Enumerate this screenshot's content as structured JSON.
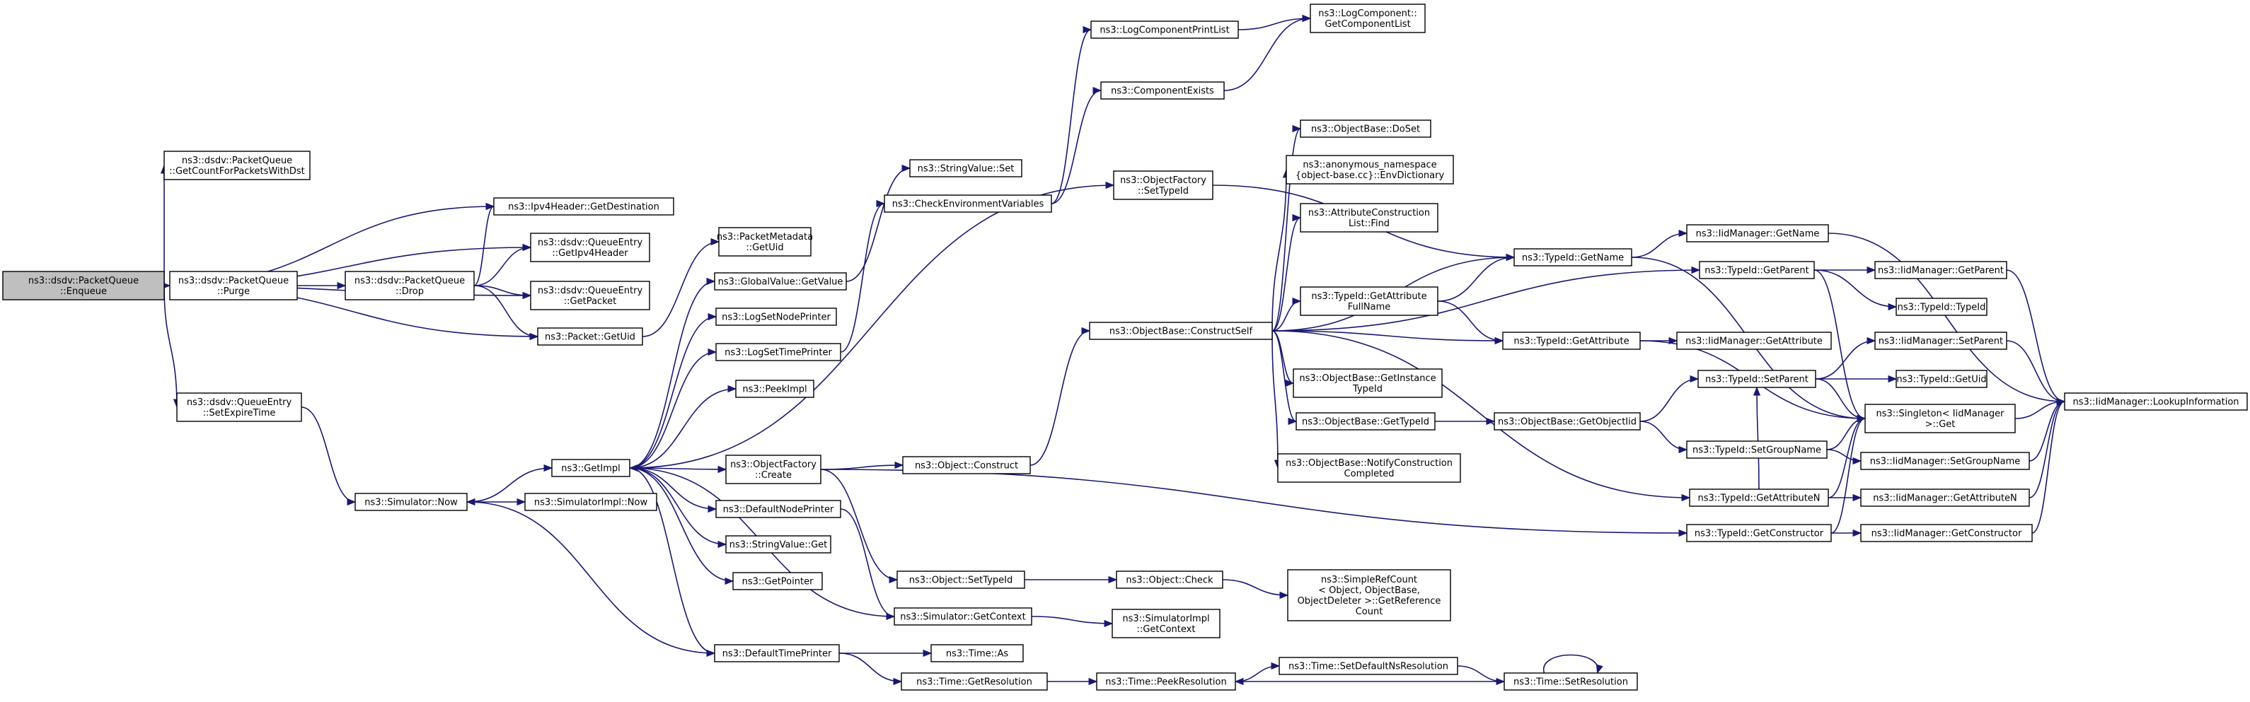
{
  "diagram": {
    "type": "call-graph",
    "edge_color": "#191970",
    "root_fill": "#bfbfbf",
    "nodes": {
      "enqueue": [
        "ns3::dsdv::PacketQueue",
        "::Enqueue"
      ],
      "getcount": [
        "ns3::dsdv::PacketQueue",
        "::GetCountForPacketsWithDst"
      ],
      "ipv4dest": [
        "ns3::Ipv4Header::GetDestination"
      ],
      "getipv4": [
        "ns3::dsdv::QueueEntry",
        "::GetIpv4Header"
      ],
      "purge": [
        "ns3::dsdv::PacketQueue",
        "::Purge"
      ],
      "drop": [
        "ns3::dsdv::PacketQueue",
        "::Drop"
      ],
      "getpacket": [
        "ns3::dsdv::QueueEntry",
        "::GetPacket"
      ],
      "getuid_pkt": [
        "ns3::Packet::GetUid"
      ],
      "setexpire": [
        "ns3::dsdv::QueueEntry",
        "::SetExpireTime"
      ],
      "simnow": [
        "ns3::Simulator::Now"
      ],
      "simimplnow": [
        "ns3::SimulatorImpl::Now"
      ],
      "getimpl": [
        "ns3::GetImpl"
      ],
      "pktmeta": [
        "ns3::PacketMetadata",
        "::GetUid"
      ],
      "gvgetvalue": [
        "ns3::GlobalValue::GetValue"
      ],
      "lognode": [
        "ns3::LogSetNodePrinter"
      ],
      "logtime": [
        "ns3::LogSetTimePrinter"
      ],
      "peekimpl": [
        "ns3::PeekImpl"
      ],
      "ofcreate": [
        "ns3::ObjectFactory",
        "::Create"
      ],
      "defnodep": [
        "ns3::DefaultNodePrinter"
      ],
      "svget": [
        "ns3::StringValue::Get"
      ],
      "getpointer": [
        "ns3::GetPointer"
      ],
      "deftimep": [
        "ns3::DefaultTimePrinter"
      ],
      "svset": [
        "ns3::StringValue::Set"
      ],
      "checkenv": [
        "ns3::CheckEnvironmentVariables"
      ],
      "lcpl": [
        "ns3::LogComponentPrintList"
      ],
      "compexists": [
        "ns3::ComponentExists"
      ],
      "getcomplist": [
        "ns3::LogComponent::",
        "GetComponentList"
      ],
      "ofsettid": [
        "ns3::ObjectFactory",
        "::SetTypeId"
      ],
      "objconstruct": [
        "ns3::Object::Construct"
      ],
      "objsettid": [
        "ns3::Object::SetTypeId"
      ],
      "simgetctx": [
        "ns3::Simulator::GetContext"
      ],
      "simimplctx": [
        "ns3::SimulatorImpl",
        "::GetContext"
      ],
      "timeas": [
        "ns3::Time::As"
      ],
      "timegetres": [
        "ns3::Time::GetResolution"
      ],
      "timepeekres": [
        "ns3::Time::PeekResolution"
      ],
      "setdefns": [
        "ns3::Time::SetDefaultNsResolution"
      ],
      "setres": [
        "ns3::Time::SetResolution"
      ],
      "objcheck": [
        "ns3::Object::Check"
      ],
      "simplerc": [
        "ns3::SimpleRefCount",
        "< Object, ObjectBase,",
        "ObjectDeleter >::GetReference",
        "Count"
      ],
      "constructself": [
        "ns3::ObjectBase::ConstructSelf"
      ],
      "doset": [
        "ns3::ObjectBase::DoSet"
      ],
      "envdict": [
        "ns3::anonymous_namespace",
        "{object-base.cc}::EnvDictionary"
      ],
      "acfind": [
        "ns3::AttributeConstruction",
        "List::Find"
      ],
      "tidgetattrfull": [
        "ns3::TypeId::GetAttribute",
        "FullName"
      ],
      "getinsttid": [
        "ns3::ObjectBase::GetInstance",
        "TypeId"
      ],
      "obgettid": [
        "ns3::ObjectBase::GetTypeId"
      ],
      "notifyconst": [
        "ns3::ObjectBase::NotifyConstruction",
        "Completed"
      ],
      "tidgetname": [
        "ns3::TypeId::GetName"
      ],
      "tidgetattr": [
        "ns3::TypeId::GetAttribute"
      ],
      "getobjtid": [
        "ns3::ObjectBase::GetObjectIid"
      ],
      "tidgetattrn": [
        "ns3::TypeId::GetAttributeN"
      ],
      "tidgetctor": [
        "ns3::TypeId::GetConstructor"
      ],
      "iidgetname": [
        "ns3::IidManager::GetName"
      ],
      "tidgetparent": [
        "ns3::TypeId::GetParent"
      ],
      "iidgetattr": [
        "ns3::IidManager::GetAttribute"
      ],
      "tidsetparent": [
        "ns3::TypeId::SetParent"
      ],
      "tidsetgroup": [
        "ns3::TypeId::SetGroupName"
      ],
      "iidgetparent": [
        "ns3::IidManager::GetParent"
      ],
      "tidtypeid": [
        "ns3::TypeId::TypeId"
      ],
      "iidsetparent": [
        "ns3::IidManager::SetParent"
      ],
      "tidgetuid": [
        "ns3::TypeId::GetUid"
      ],
      "singleton": [
        "ns3::Singleton< IidManager",
        " >::Get"
      ],
      "iidsetgroup": [
        "ns3::IidManager::SetGroupName"
      ],
      "iidgetattrn": [
        "ns3::IidManager::GetAttributeN"
      ],
      "iidgetctor": [
        "ns3::IidManager::GetConstructor"
      ],
      "lookup": [
        "ns3::IidManager::LookupInformation"
      ]
    }
  }
}
